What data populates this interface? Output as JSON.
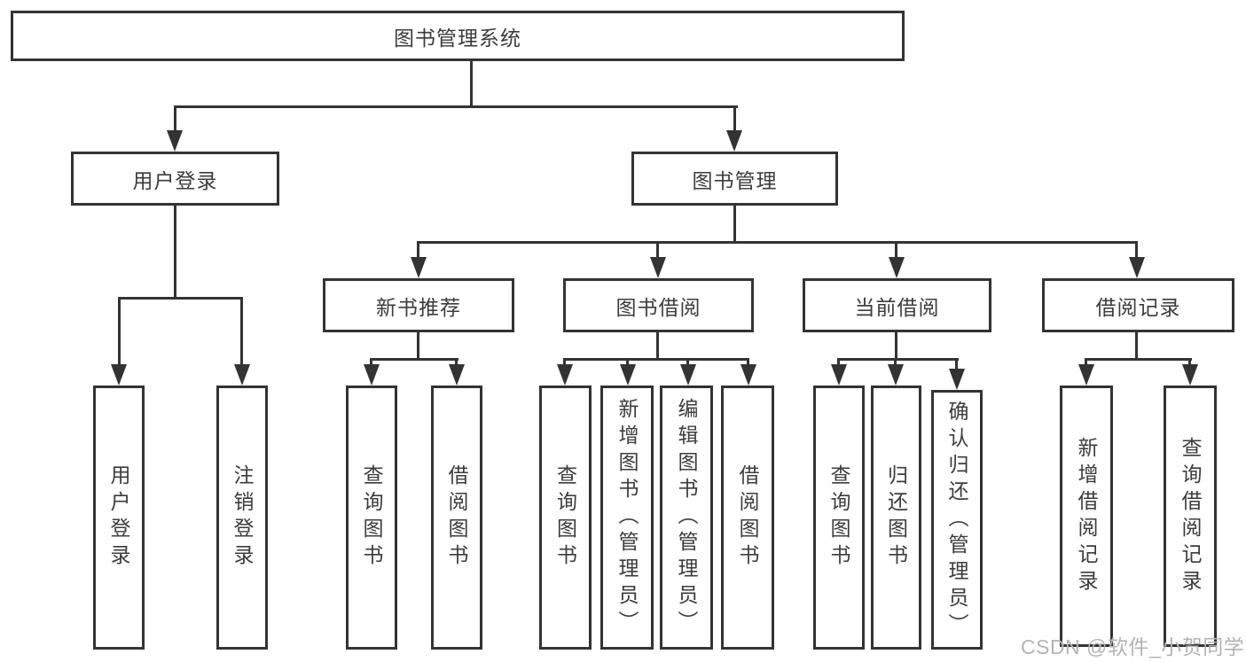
{
  "root": {
    "label": "图书管理系统"
  },
  "user_login": {
    "label": "用户登录",
    "children": [
      {
        "label": "用户登录"
      },
      {
        "label": "注销登录"
      }
    ]
  },
  "book_mgmt": {
    "label": "图书管理",
    "children": [
      {
        "label": "新书推荐",
        "children": [
          {
            "label": "查询图书"
          },
          {
            "label": "借阅图书"
          }
        ]
      },
      {
        "label": "图书借阅",
        "children": [
          {
            "label": "查询图书"
          },
          {
            "label": "新增图书（管理员）"
          },
          {
            "label": "编辑图书（管理员）"
          },
          {
            "label": "借阅图书"
          }
        ]
      },
      {
        "label": "当前借阅",
        "children": [
          {
            "label": "查询图书"
          },
          {
            "label": "归还图书"
          },
          {
            "label": "确认归还（管理员）"
          }
        ]
      },
      {
        "label": "借阅记录",
        "children": [
          {
            "label": "新增借阅记录"
          },
          {
            "label": "查询借阅记录"
          }
        ]
      }
    ]
  },
  "watermark": {
    "text": "CSDN @软件_小贺同学"
  },
  "colors": {
    "line": "#333333",
    "text": "#3c3c3c",
    "watermark": "#b4b4b4",
    "background": "#ffffff"
  }
}
